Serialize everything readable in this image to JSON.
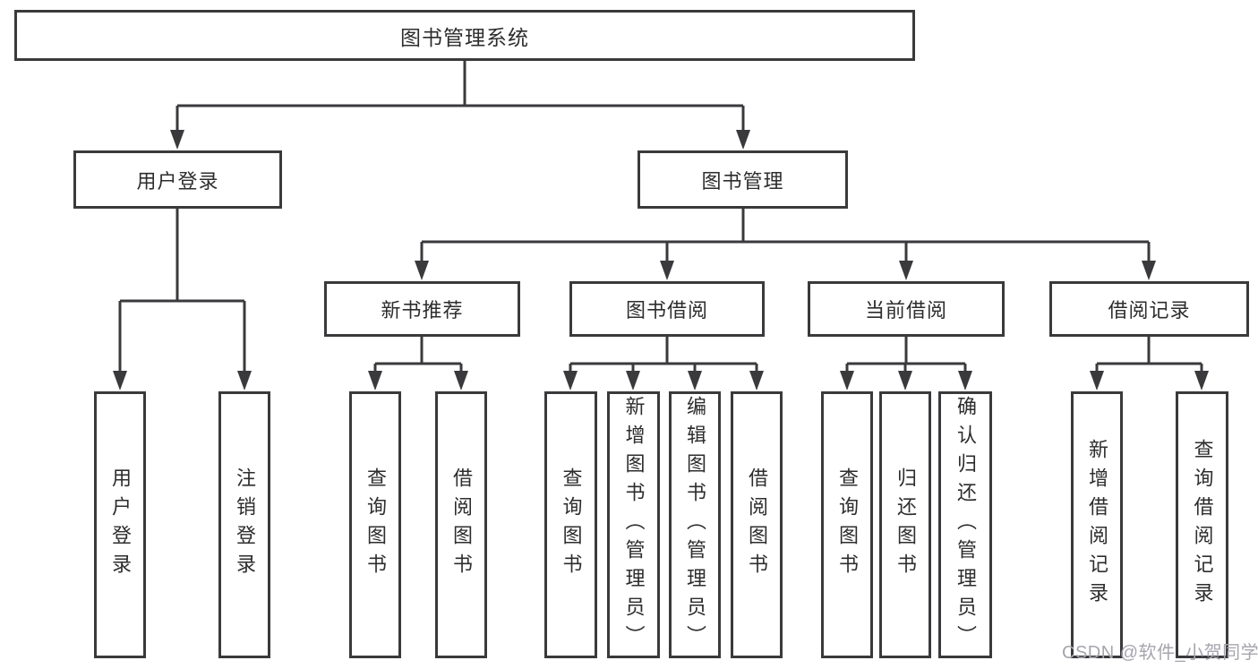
{
  "root": {
    "label": "图书管理系统",
    "children": [
      {
        "label": "用户登录",
        "children": [
          {
            "label": "用户登录"
          },
          {
            "label": "注销登录"
          }
        ]
      },
      {
        "label": "图书管理",
        "children": [
          {
            "label": "新书推荐",
            "children": [
              {
                "label": "查询图书"
              },
              {
                "label": "借阅图书"
              }
            ]
          },
          {
            "label": "图书借阅",
            "children": [
              {
                "label": "查询图书"
              },
              {
                "label": "新增图书（管理员）"
              },
              {
                "label": "编辑图书（管理员）"
              },
              {
                "label": "借阅图书"
              }
            ]
          },
          {
            "label": "当前借阅",
            "children": [
              {
                "label": "查询图书"
              },
              {
                "label": "归还图书"
              },
              {
                "label": "确认归还（管理员）"
              }
            ]
          },
          {
            "label": "借阅记录",
            "children": [
              {
                "label": "新增借阅记录"
              },
              {
                "label": "查询借阅记录"
              }
            ]
          }
        ]
      }
    ]
  },
  "watermark": "CSDN @软件_小贺同学",
  "colors": {
    "line": "#3a3a3c",
    "text": "#2d2d2d",
    "watermark": "#a5a5ad",
    "background": "#ffffff"
  }
}
